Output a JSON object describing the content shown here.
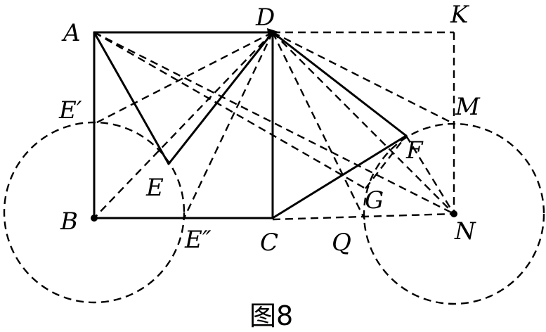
{
  "figure": {
    "caption": "图8",
    "labels": {
      "A": "A",
      "D": "D",
      "K": "K",
      "E_prime": "E′",
      "M": "M",
      "F": "F",
      "E": "E",
      "G": "G",
      "B": "B",
      "E_double_prime": "E″",
      "C": "C",
      "Q": "Q",
      "N": "N"
    }
  }
}
